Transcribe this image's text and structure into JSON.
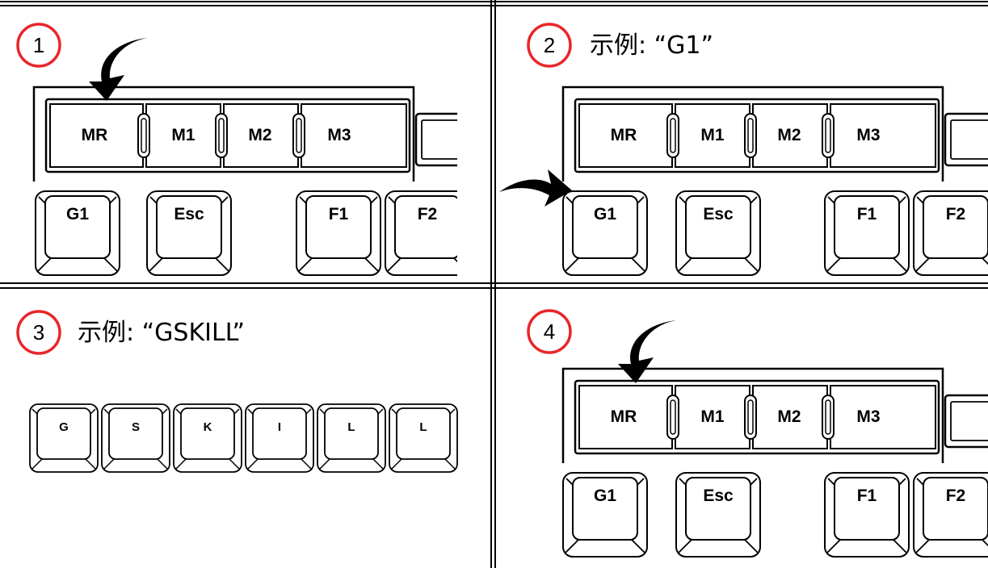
{
  "panels": [
    {
      "step": "1",
      "caption": ""
    },
    {
      "step": "2",
      "caption": "示例: “G1”"
    },
    {
      "step": "3",
      "caption": "示例: “GSKILL”"
    },
    {
      "step": "4",
      "caption": ""
    }
  ],
  "macro_keys": [
    "MR",
    "M1",
    "M2",
    "M3"
  ],
  "function_keys": [
    "G1",
    "Esc",
    "F1",
    "F2"
  ],
  "typed_keys": [
    "G",
    "S",
    "K",
    "I",
    "L",
    "L"
  ],
  "colors": {
    "step_circle": "#e8262b",
    "line": "#000000",
    "background": "#ffffff"
  }
}
